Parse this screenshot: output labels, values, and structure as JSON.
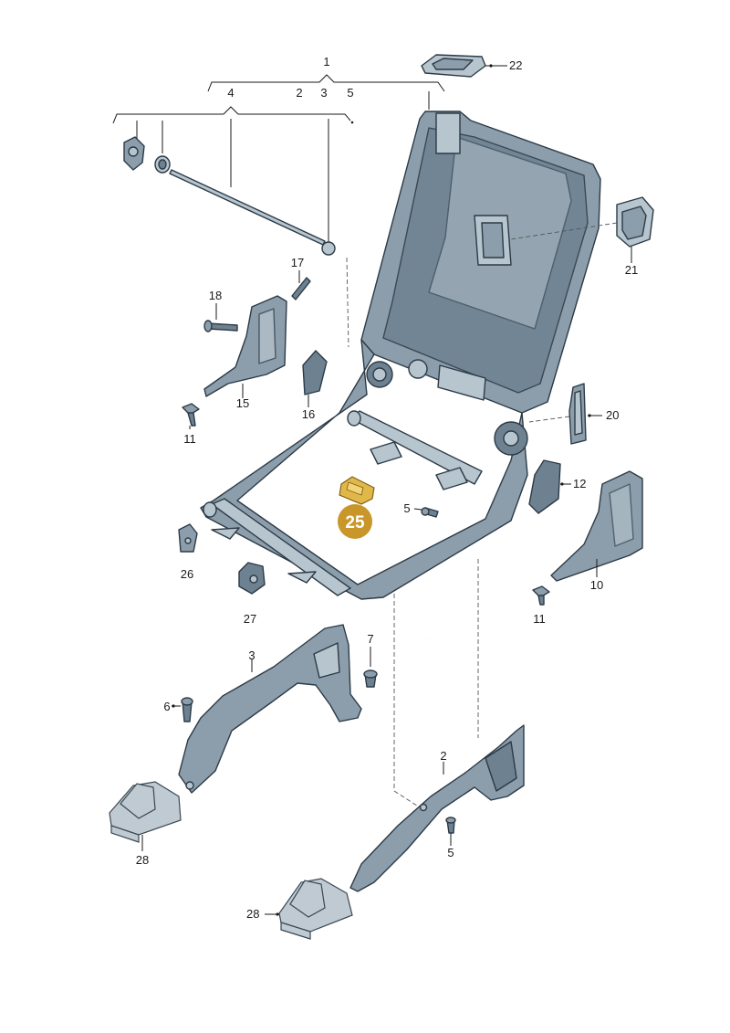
{
  "labels": {
    "l1": "1",
    "l2a": "2",
    "l3a": "3",
    "l5a": "5",
    "l4": "4",
    "l22": "22",
    "l21": "21",
    "l17": "17",
    "l18": "18",
    "l15": "15",
    "l16": "16",
    "l11a": "11",
    "l20": "20",
    "l12": "12",
    "l5b": "5",
    "l10": "10",
    "l11b": "11",
    "l26": "26",
    "l27": "27",
    "l7": "7",
    "l3b": "3",
    "l6": "6",
    "l2b": "2",
    "l5c": "5",
    "l28a": "28",
    "l28b": "28"
  },
  "badge": {
    "number": "25",
    "color": "#c9962a"
  },
  "colors": {
    "frame": "#8c9eab",
    "outline": "#2c3a46",
    "highlight": "#e0b84a"
  }
}
